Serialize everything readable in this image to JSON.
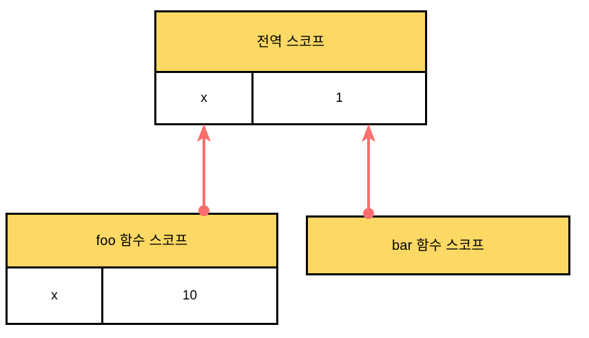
{
  "diagram": {
    "title": "scope-chain-diagram",
    "background": "#ffffff",
    "colors": {
      "scope_header_fill": "#fcd864",
      "scope_body_fill": "#ffffff",
      "border": "#000000",
      "connector": "#fa6e6e"
    }
  },
  "scopes": [
    {
      "id": "global",
      "header": "전역 스코프",
      "rows": [
        {
          "key": "x",
          "value": "1"
        }
      ]
    },
    {
      "id": "foo",
      "header": "foo 함수 스코프",
      "rows": [
        {
          "key": "x",
          "value": "10"
        }
      ]
    },
    {
      "id": "bar",
      "header": "bar 함수 스코프",
      "rows": []
    }
  ],
  "connectors": [
    {
      "id": "foo-to-global",
      "from": "foo",
      "to": "global",
      "style": "arrow-up-with-dot-tail",
      "color": "#fa6e6e"
    },
    {
      "id": "bar-to-global",
      "from": "bar",
      "to": "global",
      "style": "arrow-up-with-dot-tail",
      "color": "#fa6e6e"
    }
  ]
}
